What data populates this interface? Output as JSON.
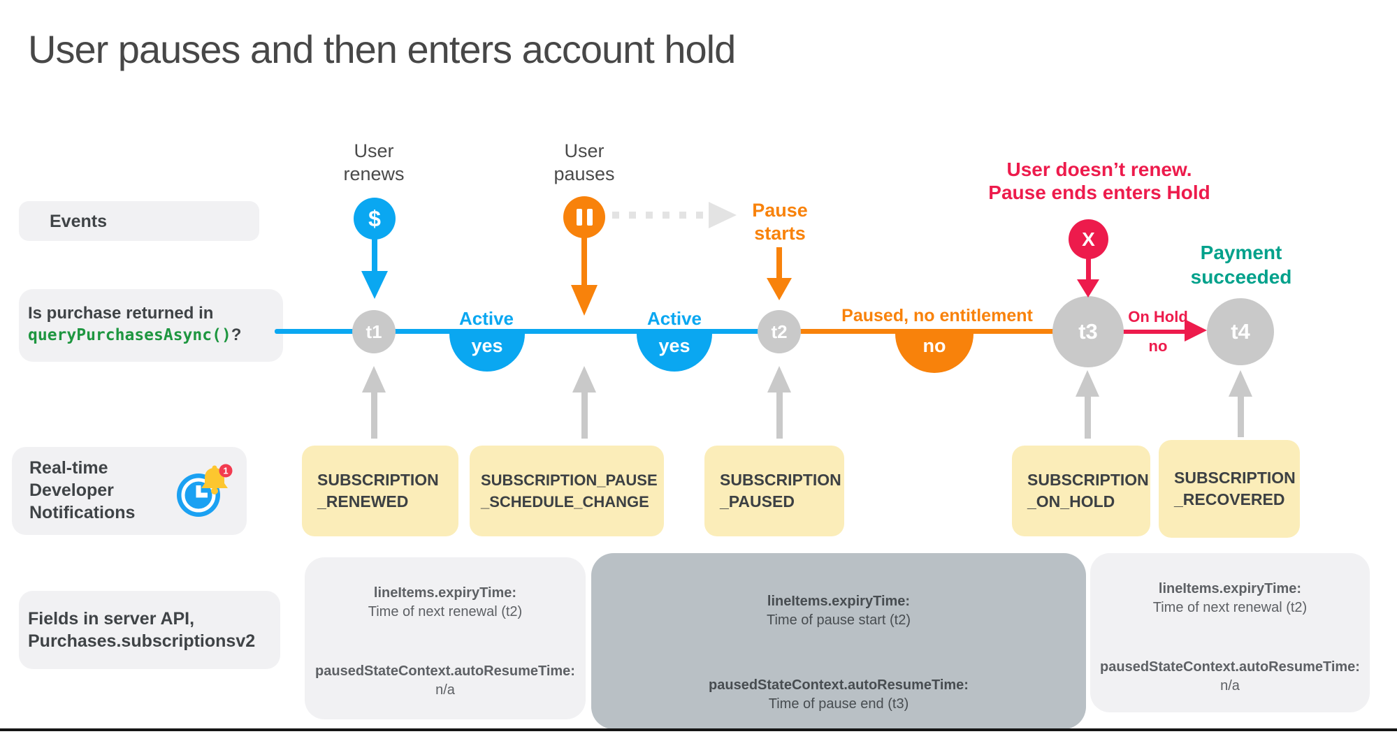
{
  "title": "User pauses and then enters account hold",
  "colors": {
    "blue": "#0aa7f1",
    "orange": "#f8820b",
    "red": "#ed1b4c",
    "teal": "#00a18b",
    "node_gray": "#c9c9c9",
    "arrow_gray": "#c9c9c9",
    "dotted_gray": "#e3e3e3",
    "yellow_box": "#fbedb9",
    "light_box": "#f1f1f3",
    "dark_box": "#b9c0c5",
    "code_green": "#1e9640"
  },
  "rail": {
    "events_label": "Events",
    "purchase_question": {
      "line1": "Is purchase returned in",
      "code": "queryPurchasesAsync()",
      "suffix": "?"
    },
    "rtdn_label": "Real-time\nDeveloper\nNotifications",
    "rtdn_icon": {
      "name": "clock-bell-notification-icon",
      "badge": "1"
    },
    "fields_label": "Fields in server API,\nPurchases.subscriptionsv2"
  },
  "markers": {
    "user_renews": "User\nrenews",
    "dollar_glyph": "$",
    "user_pauses": "User\npauses",
    "pause_starts": "Pause\nstarts",
    "no_renew": "User doesn’t renew.\nPause ends enters Hold",
    "x_glyph": "X",
    "payment_succeeded": "Payment\nsucceeded"
  },
  "timeline": {
    "nodes": [
      {
        "label": "t1"
      },
      {
        "label": "t2"
      },
      {
        "label": "t3"
      },
      {
        "label": "t4"
      }
    ],
    "segments": [
      {
        "state": "Active",
        "returned": "yes"
      },
      {
        "state": "Active",
        "returned": "yes"
      },
      {
        "state": "Paused, no entitlement",
        "returned": "no"
      },
      {
        "state": "On Hold",
        "returned": "no"
      }
    ]
  },
  "notifications": [
    {
      "label": "SUBSCRIPTION\n_RENEWED"
    },
    {
      "label": "SUBSCRIPTION_PAUSE\n_SCHEDULE_CHANGE"
    },
    {
      "label": "SUBSCRIPTION\n_PAUSED"
    },
    {
      "label": "SUBSCRIPTION\n_ON_HOLD"
    },
    {
      "label": "SUBSCRIPTION\n_RECOVERED"
    }
  ],
  "api_boxes": [
    {
      "field1": "lineItems.expiryTime:",
      "value1": "Time of next renewal (t2)",
      "field2": "pausedStateContext.autoResumeTime:",
      "value2": "n/a"
    },
    {
      "field1": "lineItems.expiryTime:",
      "value1": "Time of pause start (t2)",
      "field2": "pausedStateContext.autoResumeTime:",
      "value2": "Time of pause end (t3)"
    },
    {
      "field1": "lineItems.expiryTime:",
      "value1": "Time of next renewal (t2)",
      "field2": "pausedStateContext.autoResumeTime:",
      "value2": "n/a"
    }
  ]
}
